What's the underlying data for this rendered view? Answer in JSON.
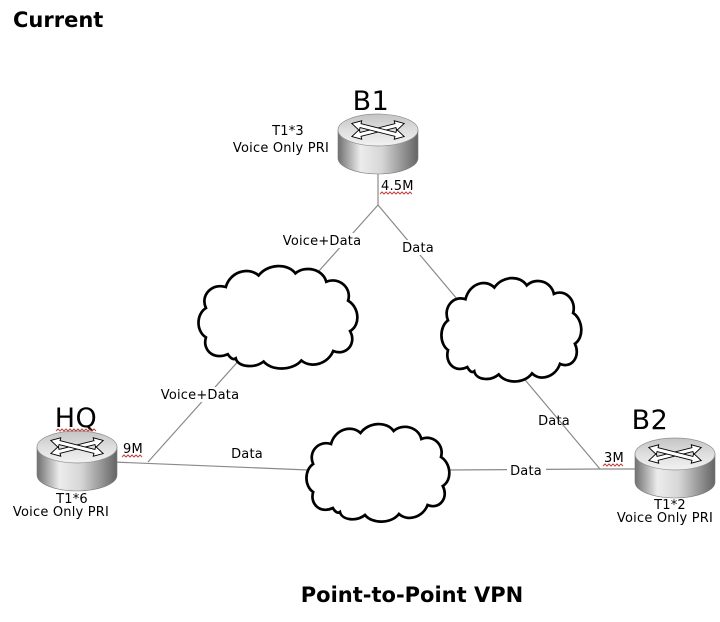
{
  "title": "Current",
  "caption": "Point-to-Point VPN",
  "nodes": {
    "b1": {
      "name": "B1",
      "trunk": "T1*3",
      "trunk_desc": "Voice Only PRI",
      "bandwidth": "4.5M"
    },
    "hq": {
      "name": "HQ",
      "trunk": "T1*6",
      "trunk_desc": "Voice Only PRI",
      "bandwidth": "9M"
    },
    "b2": {
      "name": "B2",
      "trunk": "T1*2",
      "trunk_desc": "Voice Only PRI",
      "bandwidth": "3M"
    }
  },
  "links": {
    "b1_to_left_cloud": "Voice+Data",
    "b1_to_right_cloud": "Data",
    "left_cloud_to_hq": "Voice+Data",
    "hq_to_middle_cloud": "Data",
    "middle_cloud_to_b2": "Data",
    "right_cloud_to_b2": "Data"
  },
  "icons": {
    "router": "cisco-router-cylinder-icon",
    "cloud": "network-cloud-icon"
  },
  "colors": {
    "connector": "#8a8a8a",
    "cloud_outline": "#000000",
    "spellcheck_underline": "#b22222",
    "text": "#000000",
    "background": "#ffffff"
  }
}
